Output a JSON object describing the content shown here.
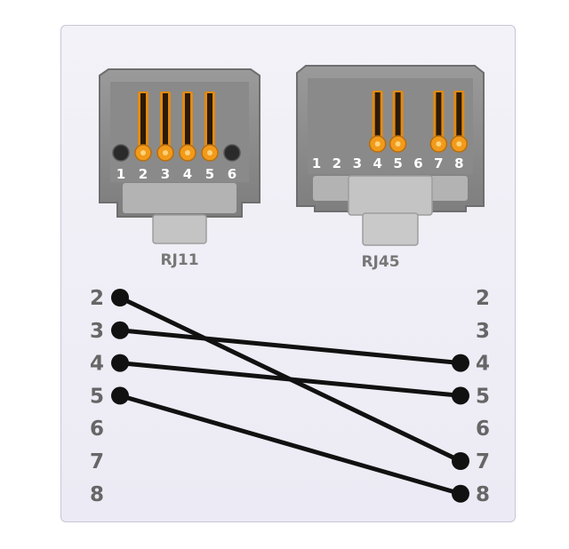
{
  "rj11": {
    "label": "RJ11",
    "pins": [
      "1",
      "2",
      "3",
      "4",
      "5",
      "6"
    ],
    "active_pins": [
      "2",
      "3",
      "4",
      "5"
    ]
  },
  "rj45": {
    "label": "RJ45",
    "pins": [
      "1",
      "2",
      "3",
      "4",
      "5",
      "6",
      "7",
      "8"
    ],
    "active_pins": [
      "4",
      "5",
      "7",
      "8"
    ]
  },
  "wiring": {
    "left_labels": [
      "2",
      "3",
      "4",
      "5",
      "6",
      "7",
      "8"
    ],
    "right_labels": [
      "2",
      "3",
      "4",
      "5",
      "6",
      "7",
      "8"
    ],
    "connections": [
      {
        "from": "2",
        "to": "7"
      },
      {
        "from": "3",
        "to": "4"
      },
      {
        "from": "4",
        "to": "5"
      },
      {
        "from": "5",
        "to": "8"
      }
    ]
  },
  "colors": {
    "housing": "#8f8f8f",
    "contact_stripe": "#e38a12",
    "contact_core": "#2a1a08",
    "contact_dot": "#f29a1a",
    "wire": "#111111"
  }
}
